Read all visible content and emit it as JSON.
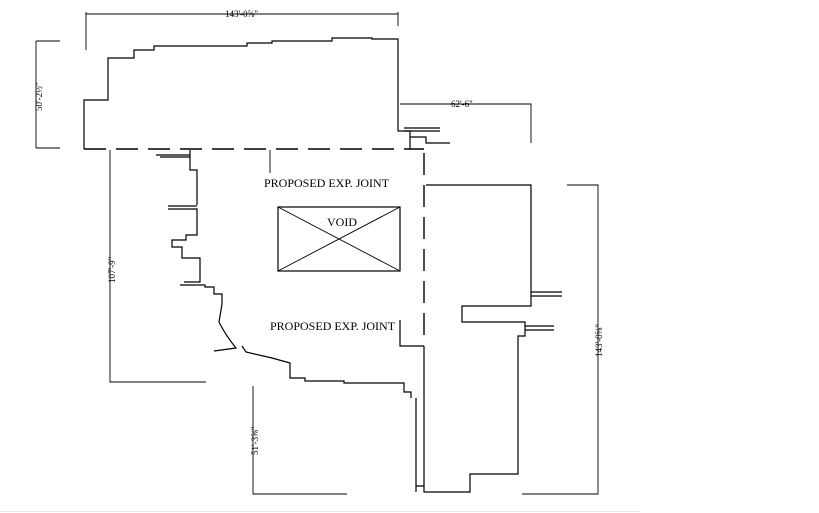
{
  "dimensions": {
    "top_width": "143'-0⅝\"",
    "left_upper": "50'-2½\"",
    "right_upper": "62'-6\"",
    "left_lower": "107'-9\"",
    "right_lower": "143'-0⅝\"",
    "bottom_small": "51'-3⅝\""
  },
  "labels": {
    "joint_upper": "PROPOSED EXP. JOINT",
    "joint_lower": "PROPOSED EXP. JOINT",
    "void": "VOID"
  }
}
